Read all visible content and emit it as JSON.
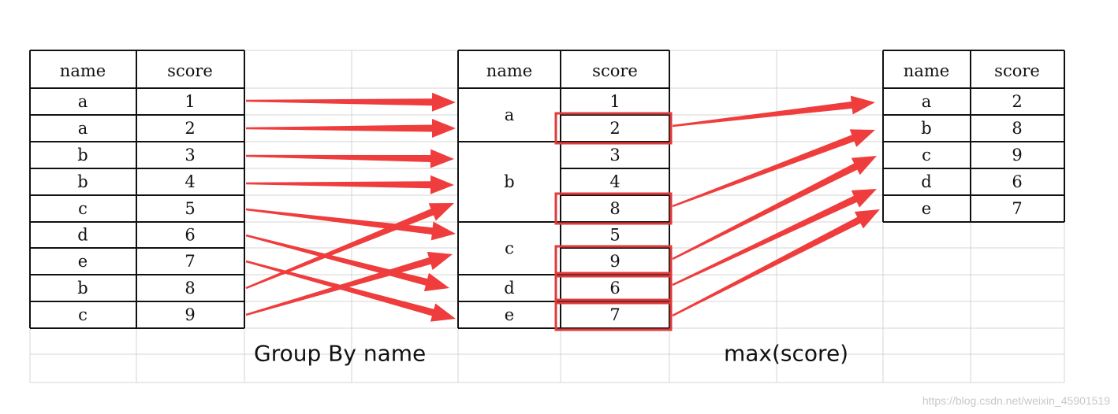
{
  "colors": {
    "arrow": "#ef3d3d",
    "highlight": "#e03a3a",
    "grid": "#d4d4d4",
    "border": "#111111"
  },
  "headers": {
    "name": "name",
    "score": "score"
  },
  "source_rows": [
    {
      "name": "a",
      "score": "1"
    },
    {
      "name": "a",
      "score": "2"
    },
    {
      "name": "b",
      "score": "3"
    },
    {
      "name": "b",
      "score": "4"
    },
    {
      "name": "c",
      "score": "5"
    },
    {
      "name": "d",
      "score": "6"
    },
    {
      "name": "e",
      "score": "7"
    },
    {
      "name": "b",
      "score": "8"
    },
    {
      "name": "c",
      "score": "9"
    }
  ],
  "grouped": {
    "names": [
      "a",
      "b",
      "c",
      "d",
      "e"
    ],
    "scores": [
      "1",
      "2",
      "3",
      "4",
      "8",
      "5",
      "9",
      "6",
      "7"
    ],
    "highlighted_scores": [
      "2",
      "8",
      "9",
      "6",
      "7"
    ]
  },
  "result_rows": [
    {
      "name": "a",
      "score": "2"
    },
    {
      "name": "b",
      "score": "8"
    },
    {
      "name": "c",
      "score": "9"
    },
    {
      "name": "d",
      "score": "6"
    },
    {
      "name": "e",
      "score": "7"
    }
  ],
  "captions": {
    "group_by": "Group By name",
    "aggregate": "max(score)"
  },
  "watermark": "https://blog.csdn.net/weixin_45901519"
}
